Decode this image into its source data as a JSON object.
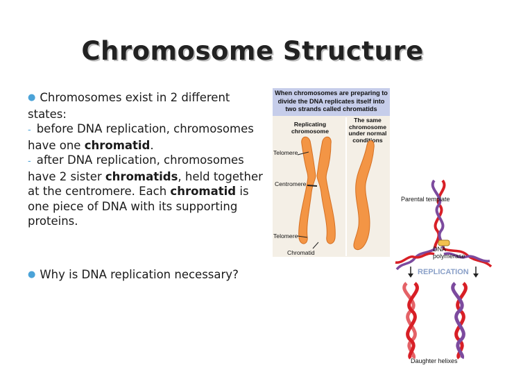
{
  "slide": {
    "title": "Chromosome Structure"
  },
  "bullets": {
    "b1_text": "Chromosomes exist in 2 different states:",
    "sub1_a": "before DNA replication, chromosomes have one ",
    "sub1_bold": "chromatid",
    "sub1_b": ".",
    "sub2_a": "after DNA replication, chromosomes have 2 sister ",
    "sub2_bold1": "chromatids",
    "sub2_b": ", held together at the centromere.  Each ",
    "sub2_bold2": "chromatid",
    "sub2_c": " is one piece of DNA with its supporting proteins.",
    "b2_text": "Why is DNA replication necessary?"
  },
  "chromosome_figure": {
    "header": "When chromosomes are preparing to divide the DNA replicates itself into two strands called chromatids",
    "replicating": "Replicating chromosome",
    "same": "The same chromosome under normal conditions",
    "telomere_top": "Telomere",
    "centromere": "Centromere",
    "telomere_bottom": "Telomere",
    "chromatid": "Chromatid"
  },
  "dna_figure": {
    "parental": "Parental template",
    "polymerase": "DNA polymerase",
    "replication": "REPLICATION",
    "daughter": "Daughter helixes"
  },
  "colors": {
    "bullet": "#4ba3d8",
    "chromosome": "#f39545",
    "header_bg": "#c6cdea",
    "strand_red": "#d81f26",
    "strand_purple": "#7c4a9e"
  }
}
